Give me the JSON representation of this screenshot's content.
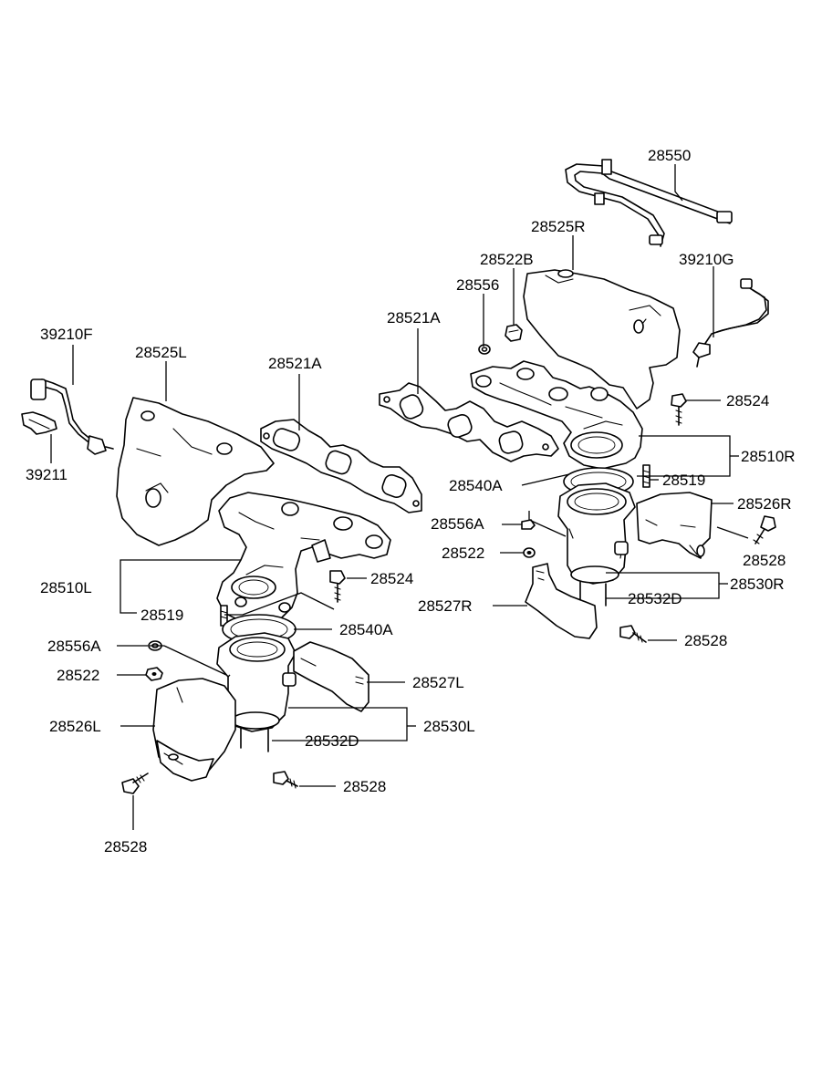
{
  "diagram": {
    "labels": {
      "p28550": "28550",
      "p28525R": "28525R",
      "p28522B": "28522B",
      "p39210G": "39210G",
      "p28556": "28556",
      "p28521A_right": "28521A",
      "p28524_right": "28524",
      "p28510R": "28510R",
      "p28519_right": "28519",
      "p28540A_right": "28540A",
      "p28526R": "28526R",
      "p28556A_right": "28556A",
      "p28528_right_upper": "28528",
      "p28522_right": "28522",
      "p28530R": "28530R",
      "p28532D_right": "28532D",
      "p28527R": "28527R",
      "p28528_right_lower": "28528",
      "p39210F": "39210F",
      "p28525L": "28525L",
      "p28521A_left": "28521A",
      "p39211": "39211",
      "p28510L": "28510L",
      "p28524_left": "28524",
      "p28519_left": "28519",
      "p28540A_left": "28540A",
      "p28556A_left": "28556A",
      "p28522_left": "28522",
      "p28527L": "28527L",
      "p28526L": "28526L",
      "p28530L": "28530L",
      "p28532D_left": "28532D",
      "p28528_left_mid": "28528",
      "p28528_left_bottom": "28528"
    }
  }
}
